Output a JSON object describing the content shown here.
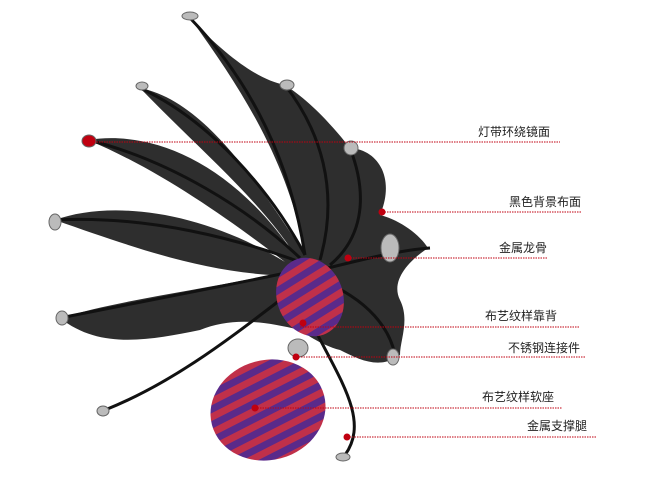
{
  "labels": [
    {
      "text": "灯带环绕镜面"
    },
    {
      "text": "黑色背景布面"
    },
    {
      "text": "金属龙骨"
    },
    {
      "text": "布艺纹样靠背"
    },
    {
      "text": "不锈钢连接件"
    },
    {
      "text": "布艺纹样软座"
    },
    {
      "text": "金属支撑腿"
    }
  ],
  "colors": {
    "accent": "#c00010",
    "fabric": "#2e2e2e",
    "stripe_red": "#c0304a",
    "stripe_purple": "#5a2a8a"
  }
}
